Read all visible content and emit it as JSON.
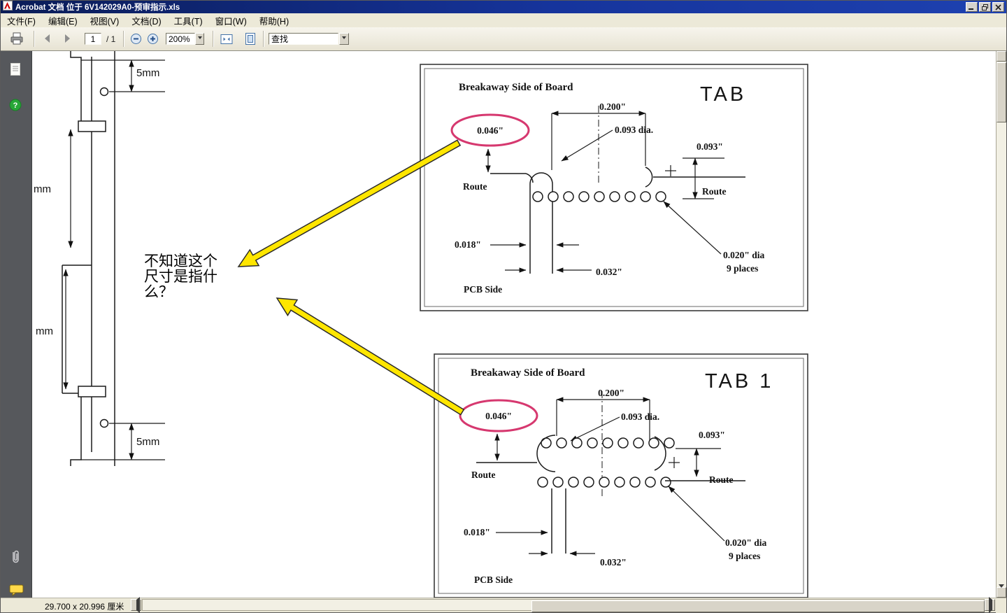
{
  "titlebar": {
    "title": "Acrobat 文档 位于 6V142029A0-预审指示.xls"
  },
  "menubar": {
    "items": [
      "文件(F)",
      "编辑(E)",
      "视图(V)",
      "文档(D)",
      "工具(T)",
      "窗口(W)",
      "帮助(H)"
    ]
  },
  "toolbar": {
    "page_current": "1",
    "page_total": "/ 1",
    "zoom_level": "200%",
    "find_text": "查找"
  },
  "sidebar": {
    "help_glyph": "?"
  },
  "document": {
    "left_drawing": {
      "dim_top": "5mm",
      "dim_upper_mm": "mm",
      "dim_lower_mm": "mm",
      "dim_bottom": "5mm"
    },
    "annotation": {
      "line1": "不知道这个",
      "line2": "尺寸是指什",
      "line3": "么？"
    },
    "diagram_top": {
      "title": "Breakaway Side of Board",
      "tab_label": "TAB",
      "dim_0200": "0.200\"",
      "dim_0093_dia": "0.093 dia.",
      "dim_0046": "0.046\"",
      "dim_0093": "0.093\"",
      "route_left": "Route",
      "route_right": "Route",
      "dim_0018": "0.018\"",
      "dim_0032": "0.032\"",
      "dim_0020": "0.020\" dia",
      "dim_0020_places": "9 places",
      "pcb_side": "PCB Side"
    },
    "diagram_bottom": {
      "title": "Breakaway Side of Board",
      "tab_label": "TAB 1",
      "dim_0200": "0.200\"",
      "dim_0093_dia": "0.093 dia.",
      "dim_0046": "0.046\"",
      "dim_0093": "0.093\"",
      "route_left": "Route",
      "route_right": "Route",
      "dim_0018": "0.018\"",
      "dim_0032": "0.032\"",
      "dim_0020": "0.020\" dia",
      "dim_0020_places": "9 places",
      "pcb_side": "PCB Side"
    }
  },
  "statusbar": {
    "page_size": "29.700 x 20.996 厘米"
  },
  "colors": {
    "highlight_pink": "#d6386f",
    "arrow_yellow": "#ffe600"
  }
}
